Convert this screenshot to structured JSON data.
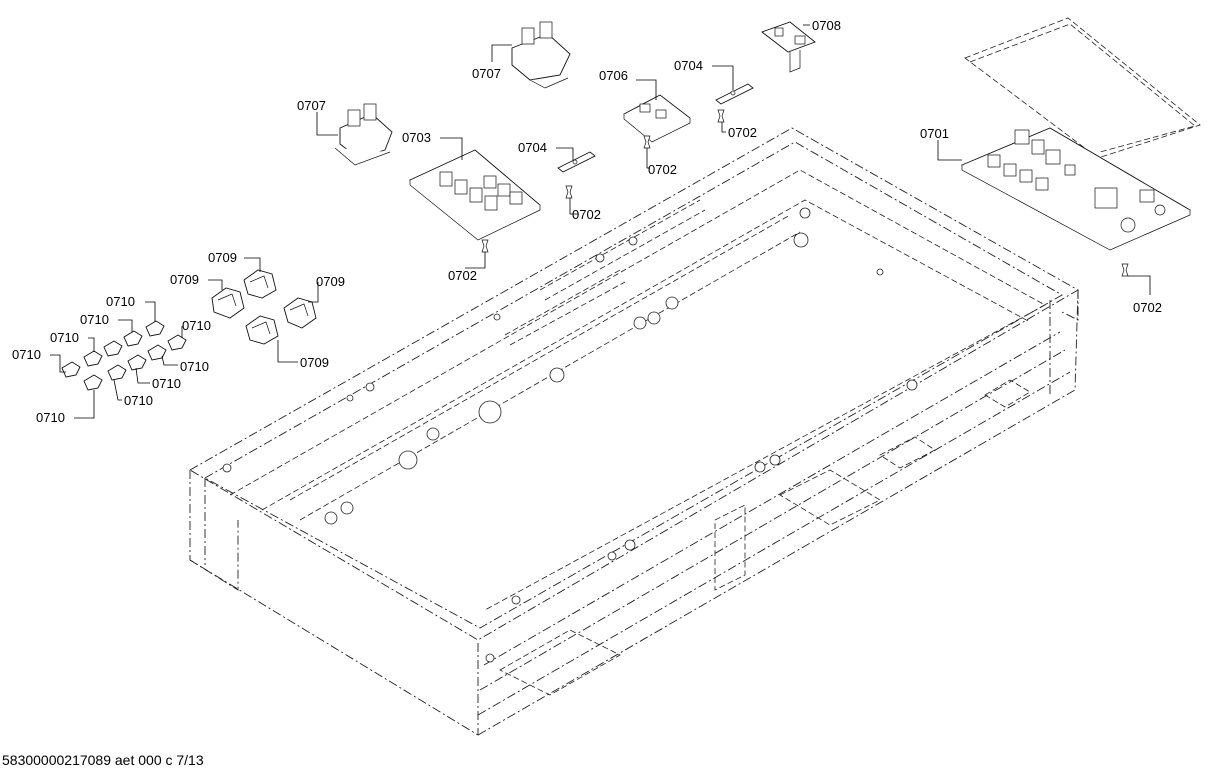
{
  "parts": {
    "p0701": "0701",
    "p0702": "0702",
    "p0703": "0703",
    "p0704": "0704",
    "p0706": "0706",
    "p0707": "0707",
    "p0708": "0708",
    "p0709": "0709",
    "p0710": "0710"
  },
  "footer": {
    "text": "58300000217089 aet 000 c 7/13"
  }
}
